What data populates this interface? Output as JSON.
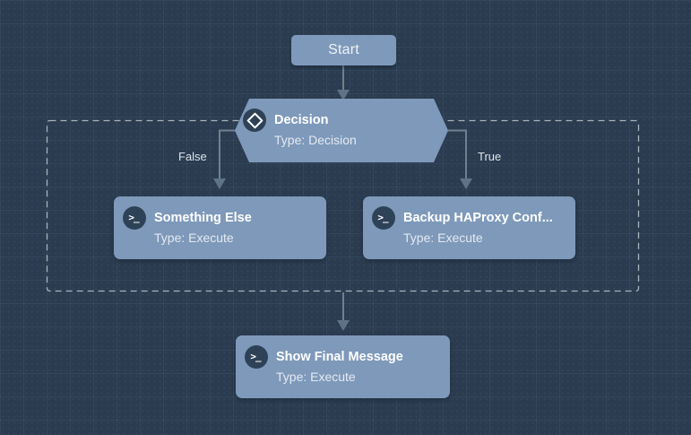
{
  "theme": {
    "canvas-bg": "#2b3c50",
    "node-bg": "#7e99ba",
    "icon-circle-bg": "#2e4257",
    "edge-color": "#6f8090",
    "arrow-color": "#5e7385",
    "dash-color": "#a9b3bd",
    "title-color": "#ffffff",
    "subtitle-color": "#e4eaf1",
    "label-color": "#dce3ea"
  },
  "icons": {
    "terminal_glyph": ">_"
  },
  "nodes": {
    "start": {
      "label": "Start"
    },
    "decision": {
      "title": "Decision",
      "subtitle": "Type: Decision"
    },
    "something_else": {
      "title": "Something Else",
      "subtitle": "Type: Execute"
    },
    "backup_haproxy": {
      "title": "Backup HAProxy Conf...",
      "subtitle": "Type: Execute"
    },
    "show_final_message": {
      "title": "Show Final Message",
      "subtitle": "Type: Execute"
    }
  },
  "edges": {
    "false_label": "False",
    "true_label": "True"
  }
}
